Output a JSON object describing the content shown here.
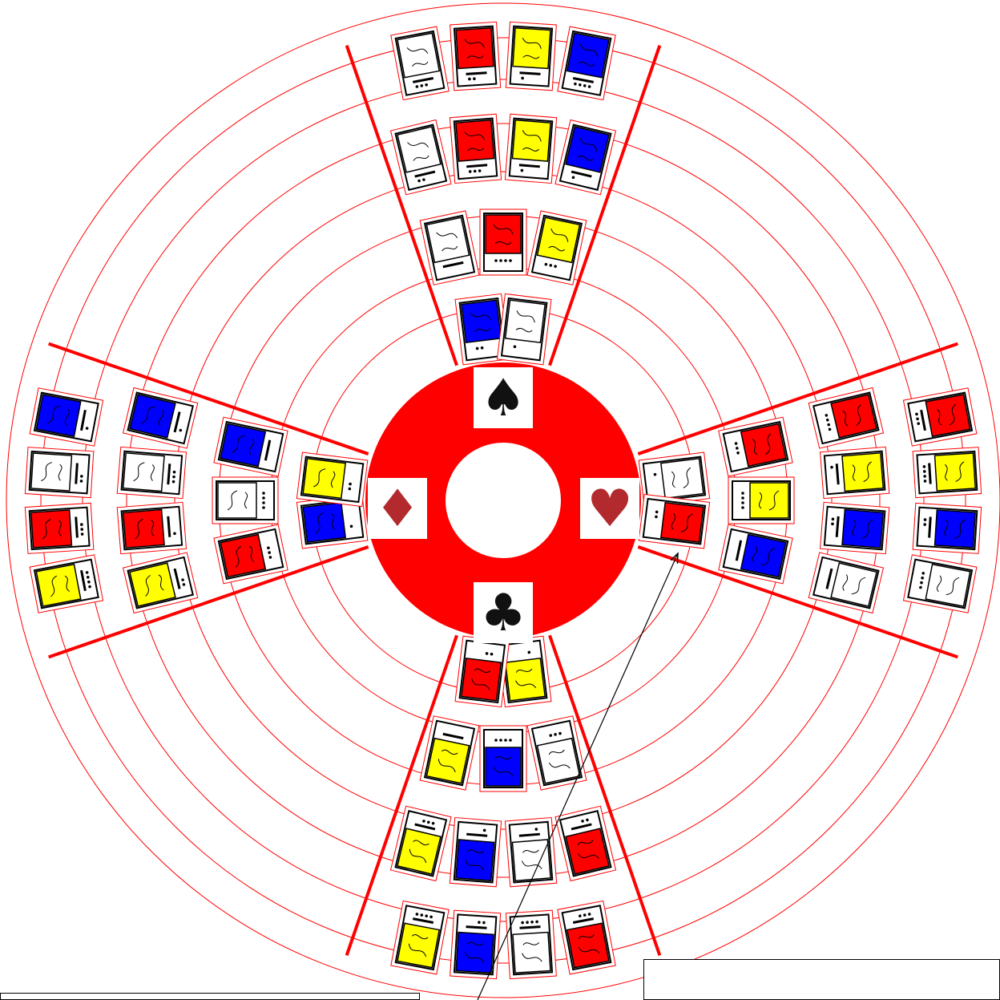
{
  "board": {
    "ring_color": "#ff0000",
    "hub_color": "#ff0000",
    "suits": [
      {
        "name": "spade",
        "glyph": "♠",
        "color": "#111111"
      },
      {
        "name": "heart",
        "glyph": "♥",
        "color": "#b22a2e"
      },
      {
        "name": "club",
        "glyph": "♣",
        "color": "#111111"
      },
      {
        "name": "diamond",
        "glyph": "♦",
        "color": "#b22a2e"
      }
    ],
    "card_colors": {
      "red": "#ff0000",
      "yellow": "#ffff00",
      "blue": "#0000ff",
      "white": "#ffffff"
    },
    "arms": [
      {
        "name": "north",
        "rings": [
          {
            "ring": 1,
            "cards": [
              "blue",
              "white"
            ],
            "dots": [
              2,
              1
            ]
          },
          {
            "ring": 2,
            "cards": [
              "white",
              "red",
              "yellow"
            ],
            "dots": [
              5,
              4,
              3
            ]
          },
          {
            "ring": 3,
            "cards": [
              "white",
              "red",
              "yellow",
              "blue"
            ],
            "dots": [
              7,
              8,
              6,
              6
            ]
          },
          {
            "ring": 4,
            "cards": [
              "white",
              "red",
              "yellow",
              "blue"
            ],
            "dots": [
              8,
              7,
              6,
              9
            ]
          }
        ]
      },
      {
        "name": "east",
        "rings": [
          {
            "ring": 1,
            "cards": [
              "white",
              "red"
            ],
            "dots": [
              1,
              2
            ]
          },
          {
            "ring": 2,
            "cards": [
              "red",
              "yellow",
              "blue"
            ],
            "dots": [
              3,
              4,
              5
            ]
          },
          {
            "ring": 3,
            "cards": [
              "red",
              "yellow",
              "blue",
              "white"
            ],
            "dots": [
              4,
              6,
              7,
              5
            ]
          },
          {
            "ring": 4,
            "cards": [
              "red",
              "yellow",
              "blue",
              "white"
            ],
            "dots": [
              8,
              9,
              7,
              4
            ]
          }
        ]
      },
      {
        "name": "south",
        "rings": [
          {
            "ring": 1,
            "cards": [
              "yellow",
              "red"
            ],
            "dots": [
              1,
              2
            ]
          },
          {
            "ring": 2,
            "cards": [
              "white",
              "blue",
              "yellow"
            ],
            "dots": [
              3,
              4,
              5
            ]
          },
          {
            "ring": 3,
            "cards": [
              "red",
              "white",
              "blue",
              "yellow"
            ],
            "dots": [
              7,
              6,
              6,
              8
            ]
          },
          {
            "ring": 4,
            "cards": [
              "red",
              "white",
              "blue",
              "yellow"
            ],
            "dots": [
              8,
              9,
              7,
              9
            ]
          }
        ]
      },
      {
        "name": "west",
        "rings": [
          {
            "ring": 1,
            "cards": [
              "blue",
              "yellow"
            ],
            "dots": [
              1,
              2
            ]
          },
          {
            "ring": 2,
            "cards": [
              "red",
              "white",
              "blue"
            ],
            "dots": [
              3,
              4,
              5
            ]
          },
          {
            "ring": 3,
            "cards": [
              "yellow",
              "red",
              "white",
              "blue"
            ],
            "dots": [
              7,
              6,
              8,
              6
            ]
          },
          {
            "ring": 4,
            "cards": [
              "yellow",
              "red",
              "white",
              "blue"
            ],
            "dots": [
              9,
              8,
              7,
              6
            ]
          }
        ]
      }
    ]
  }
}
